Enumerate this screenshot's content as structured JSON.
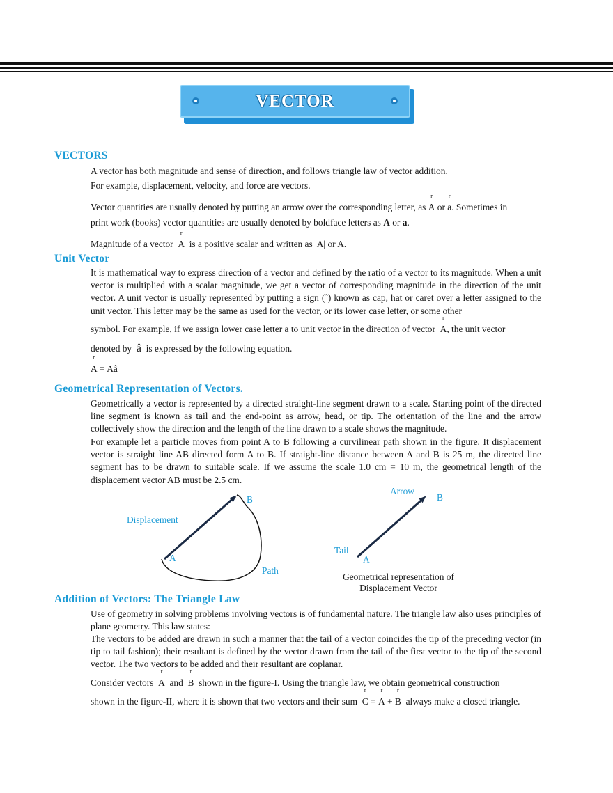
{
  "banner": {
    "title": "VECTOR"
  },
  "sections": {
    "vectors": {
      "heading": "VECTORS",
      "p1": "A vector has both magnitude and sense of direction, and follows triangle law of vector addition.",
      "p2": "For example, displacement, velocity, and force are vectors.",
      "p3a": "Vector quantities are usually denoted by putting an arrow over the corresponding letter, as",
      "p3_sym1": "A",
      "p3_or": "or",
      "p3_sym2": "a",
      "p3b": ". Sometimes in",
      "p3c": "print work (books) vector quantities are usually denoted by boldface letters as",
      "p3_bold1": "A",
      "p3_or2": "or",
      "p3_bold2": "a",
      "p3_end": ".",
      "p4a": "Magnitude of a vector",
      "p4_sym": "A",
      "p4b": "is a positive scalar and written as",
      "p4_abs": "|A|",
      "p4c": "or A."
    },
    "unit": {
      "heading": "Unit Vector",
      "p1": "It is mathematical way to express direction of a vector and defined by the ratio of a vector to its magnitude. When a unit vector is multiplied with a scalar magnitude, we get a vector of corresponding magnitude in the direction of the unit vector. A unit vector is usually represented by putting a sign (ˆ) known as cap, hat or caret over a letter assigned to the unit vector. This letter may be the same as used for the vector, or its lower case letter, or some other",
      "p2a": "symbol. For example, if we assign lower case letter a  to unit vector in the direction of vector",
      "p2_sym": "A",
      "p2b": ", the unit vector",
      "p3a": "denoted by",
      "p3_sym": "â",
      "p3b": "is expressed by the following equation.",
      "eq_lhs": "A",
      "eq_rhs": "= Aâ"
    },
    "geom": {
      "heading": "Geometrical  Representation  of  Vectors.",
      "p1": "Geometrically a vector is represented by a directed straight-line segment drawn to a scale. Starting point of the directed line segment is known as tail and the end-point as arrow, head, or tip. The orientation of the line and the arrow collectively show the direction and the length of the line drawn to a scale shows the magnitude.",
      "p2": "For example let a particle moves from point A to B following a curvilinear path shown in the figure. It displacement vector is straight line AB directed form A to B. If straight-line distance between A and B is 25 m, the directed line segment has to be drawn to suitable scale. If we assume the scale 1.0 cm = 10 m, the geometrical length of the displacement vector AB must be 2.5 cm."
    },
    "figure": {
      "left_b": "B",
      "left_displacement": "Displacement",
      "left_a": "A",
      "left_path": "Path",
      "right_arrow": "Arrow",
      "right_b": "B",
      "right_tail": "Tail",
      "right_a": "A",
      "caption_line1": "Geometrical representation of",
      "caption_line2": "Displacement Vector"
    },
    "addition": {
      "heading": "Addition of Vectors: The Triangle Law",
      "p1": "Use of geometry in solving problems involving vectors is of fundamental nature. The triangle law also uses principles of plane geometry. This law states:",
      "p2": "The vectors to be added are drawn in such a manner that the tail of a vector coincides the tip of the preceding vector (in tip to tail fashion); their resultant is defined by the vector drawn from the tail of the first vector to the tip of the second vector. The two vectors to be added and their resultant are coplanar.",
      "p3a": "Consider vectors",
      "p3_sym1": "A",
      "p3_and": "and",
      "p3_sym2": "B",
      "p3b": "shown in the figure-I. Using the triangle law, we obtain geometrical construction",
      "p4a": "shown in the figure-II, where it is shown that two vectors and their sum",
      "p4_c": "C",
      "p4_eq": "=",
      "p4_a": "A",
      "p4_plus": "+",
      "p4_b": "B",
      "p4b": "always make a closed triangle."
    }
  },
  "colors": {
    "heading": "#1b9bd6",
    "banner": "#56b4ec",
    "banner_shadow": "#1f8fd6"
  }
}
